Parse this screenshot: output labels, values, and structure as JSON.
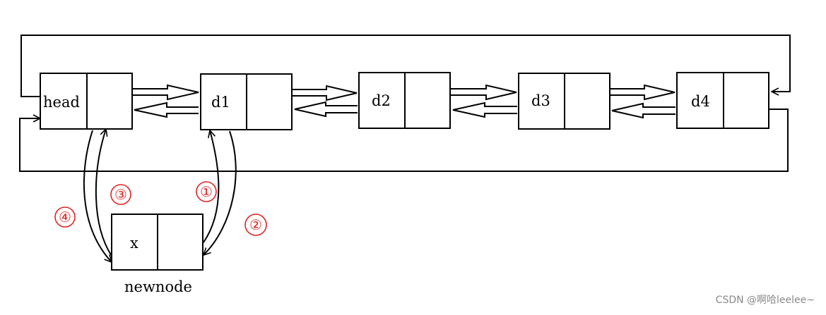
{
  "nodes": {
    "head": "head",
    "d1": "d1",
    "d2": "d2",
    "d3": "d3",
    "d4": "d4",
    "newnode_data": "x"
  },
  "newnode_caption": "newnode",
  "steps": [
    "①",
    "②",
    "③",
    "④"
  ],
  "watermark": "CSDN @啊哈leelee~",
  "colors": {
    "lines": "#000000",
    "step_numbers": "#e02424",
    "watermark": "#8a8a8a"
  }
}
